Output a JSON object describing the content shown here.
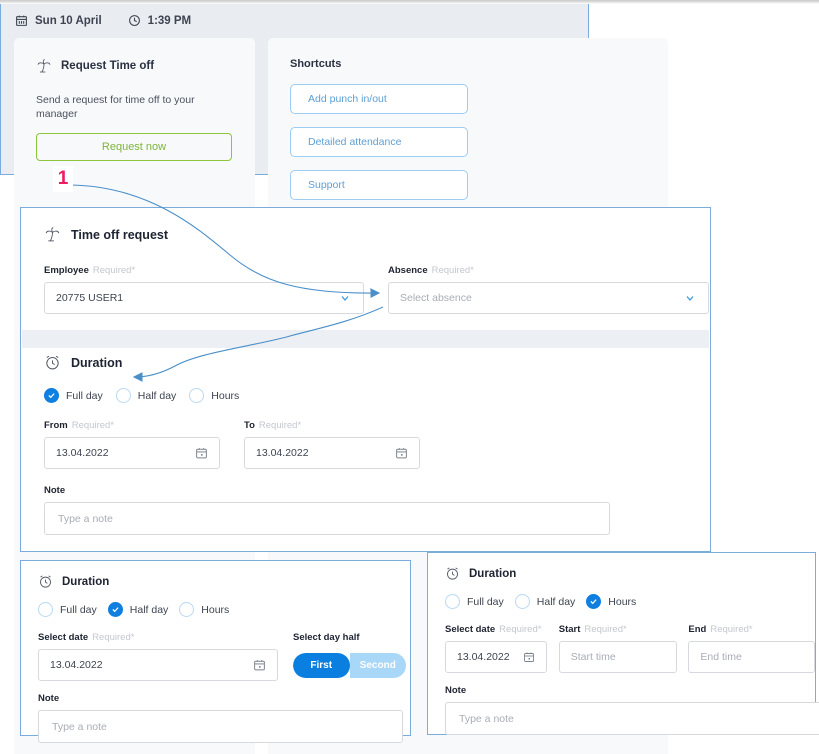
{
  "dashboard": {
    "date_icon": "calendar-icon",
    "date": "Sun 10 April",
    "clock_icon": "clock-icon",
    "time": "1:39 PM",
    "timeoff_card": {
      "icon": "palm-tree-icon",
      "title": "Request Time off",
      "subtitle": "Send a request for time off to your manager",
      "button_label": "Request now"
    },
    "shortcuts_card": {
      "title": "Shortcuts",
      "buttons": [
        "Add punch in/out",
        "Detailed attendance",
        "Support"
      ]
    }
  },
  "marker": {
    "step": "1"
  },
  "main_form": {
    "icon": "palm-tree-icon",
    "title": "Time off request",
    "employee": {
      "label": "Employee",
      "required": "Required*",
      "value": "20775 USER1",
      "chevron": "chevron-down-icon"
    },
    "absence": {
      "label": "Absence",
      "required": "Required*",
      "placeholder": "Select absence",
      "chevron": "chevron-down-icon"
    },
    "duration": {
      "icon": "alarm-clock-icon",
      "title": "Duration",
      "options": [
        {
          "label": "Full day",
          "selected": true
        },
        {
          "label": "Half day",
          "selected": false
        },
        {
          "label": "Hours",
          "selected": false
        }
      ],
      "from": {
        "label": "From",
        "required": "Required*",
        "value": "13.04.2022",
        "icon": "calendar-icon"
      },
      "to": {
        "label": "To",
        "required": "Required*",
        "value": "13.04.2022",
        "icon": "calendar-icon"
      }
    },
    "note": {
      "label": "Note",
      "placeholder": "Type a note"
    }
  },
  "half_day_panel": {
    "icon": "alarm-clock-icon",
    "title": "Duration",
    "options": [
      {
        "label": "Full day",
        "selected": false
      },
      {
        "label": "Half day",
        "selected": true
      },
      {
        "label": "Hours",
        "selected": false
      }
    ],
    "select_date": {
      "label": "Select date",
      "required": "Required*",
      "value": "13.04.2022",
      "icon": "calendar-icon"
    },
    "day_half": {
      "label": "Select day half",
      "first": "First",
      "second": "Second",
      "selected": "First"
    },
    "note": {
      "label": "Note",
      "placeholder": "Type a note"
    }
  },
  "hours_panel": {
    "icon": "alarm-clock-icon",
    "title": "Duration",
    "options": [
      {
        "label": "Full day",
        "selected": false
      },
      {
        "label": "Half day",
        "selected": false
      },
      {
        "label": "Hours",
        "selected": true
      }
    ],
    "select_date": {
      "label": "Select date",
      "required": "Required*",
      "value": "13.04.2022",
      "icon": "calendar-icon"
    },
    "start": {
      "label": "Start",
      "required": "Required*",
      "placeholder": "Start time"
    },
    "end": {
      "label": "End",
      "required": "Required*",
      "placeholder": "End time"
    },
    "note": {
      "label": "Note",
      "placeholder": "Type a note"
    }
  },
  "colors": {
    "accent_blue": "#0f7fe0",
    "panel_border": "#7aadde",
    "green_button": "#8cc63f",
    "marker_pink": "#ef1b5e",
    "toggle_off": "#a8d7f7",
    "dash_bg": "#e9edf2"
  }
}
